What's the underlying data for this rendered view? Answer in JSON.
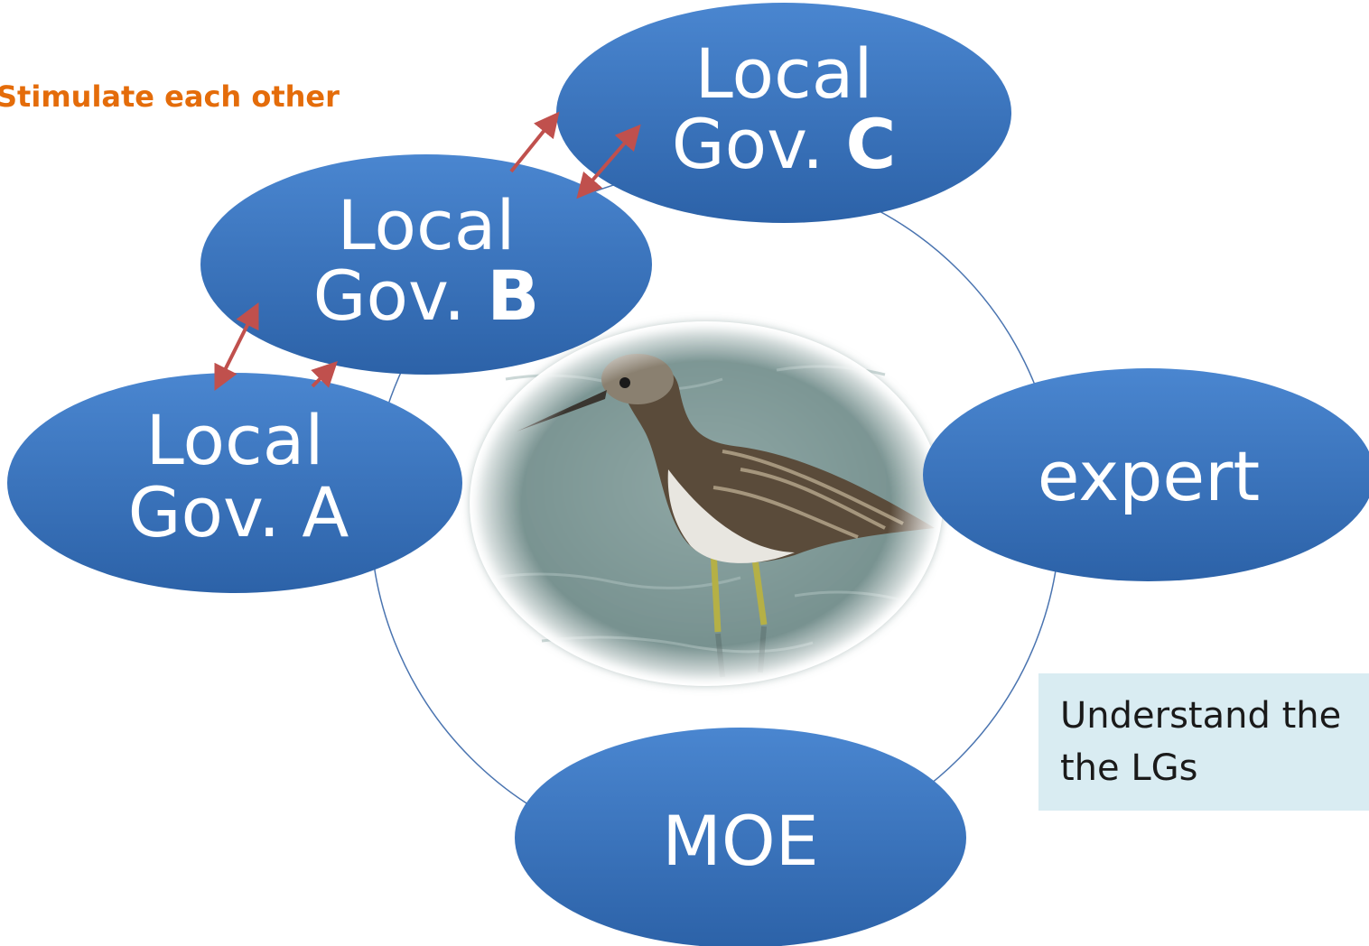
{
  "headline": "Stimulate each other",
  "nodes": {
    "local_gov_c": {
      "line1": "Local",
      "line2_prefix": "Gov. ",
      "line2_strong": "C"
    },
    "local_gov_b": {
      "line1": "Local",
      "line2_prefix": "Gov. ",
      "line2_strong": "B"
    },
    "local_gov_a": {
      "line1": "Local",
      "line2": "Gov. A"
    },
    "expert": {
      "label": "expert"
    },
    "moe": {
      "label": "MOE"
    }
  },
  "note": {
    "line1": "Understand the",
    "line2": "the LGs"
  },
  "colors": {
    "node_fill_top": "#4a86d0",
    "node_fill_bottom": "#2c62a8",
    "circle_stroke": "#4a74b0",
    "arrow": "#c0504d",
    "headline": "#e46c0a",
    "note_bg": "#d9ecf2"
  },
  "image": {
    "subject": "wading bird (greenshank) photo"
  }
}
